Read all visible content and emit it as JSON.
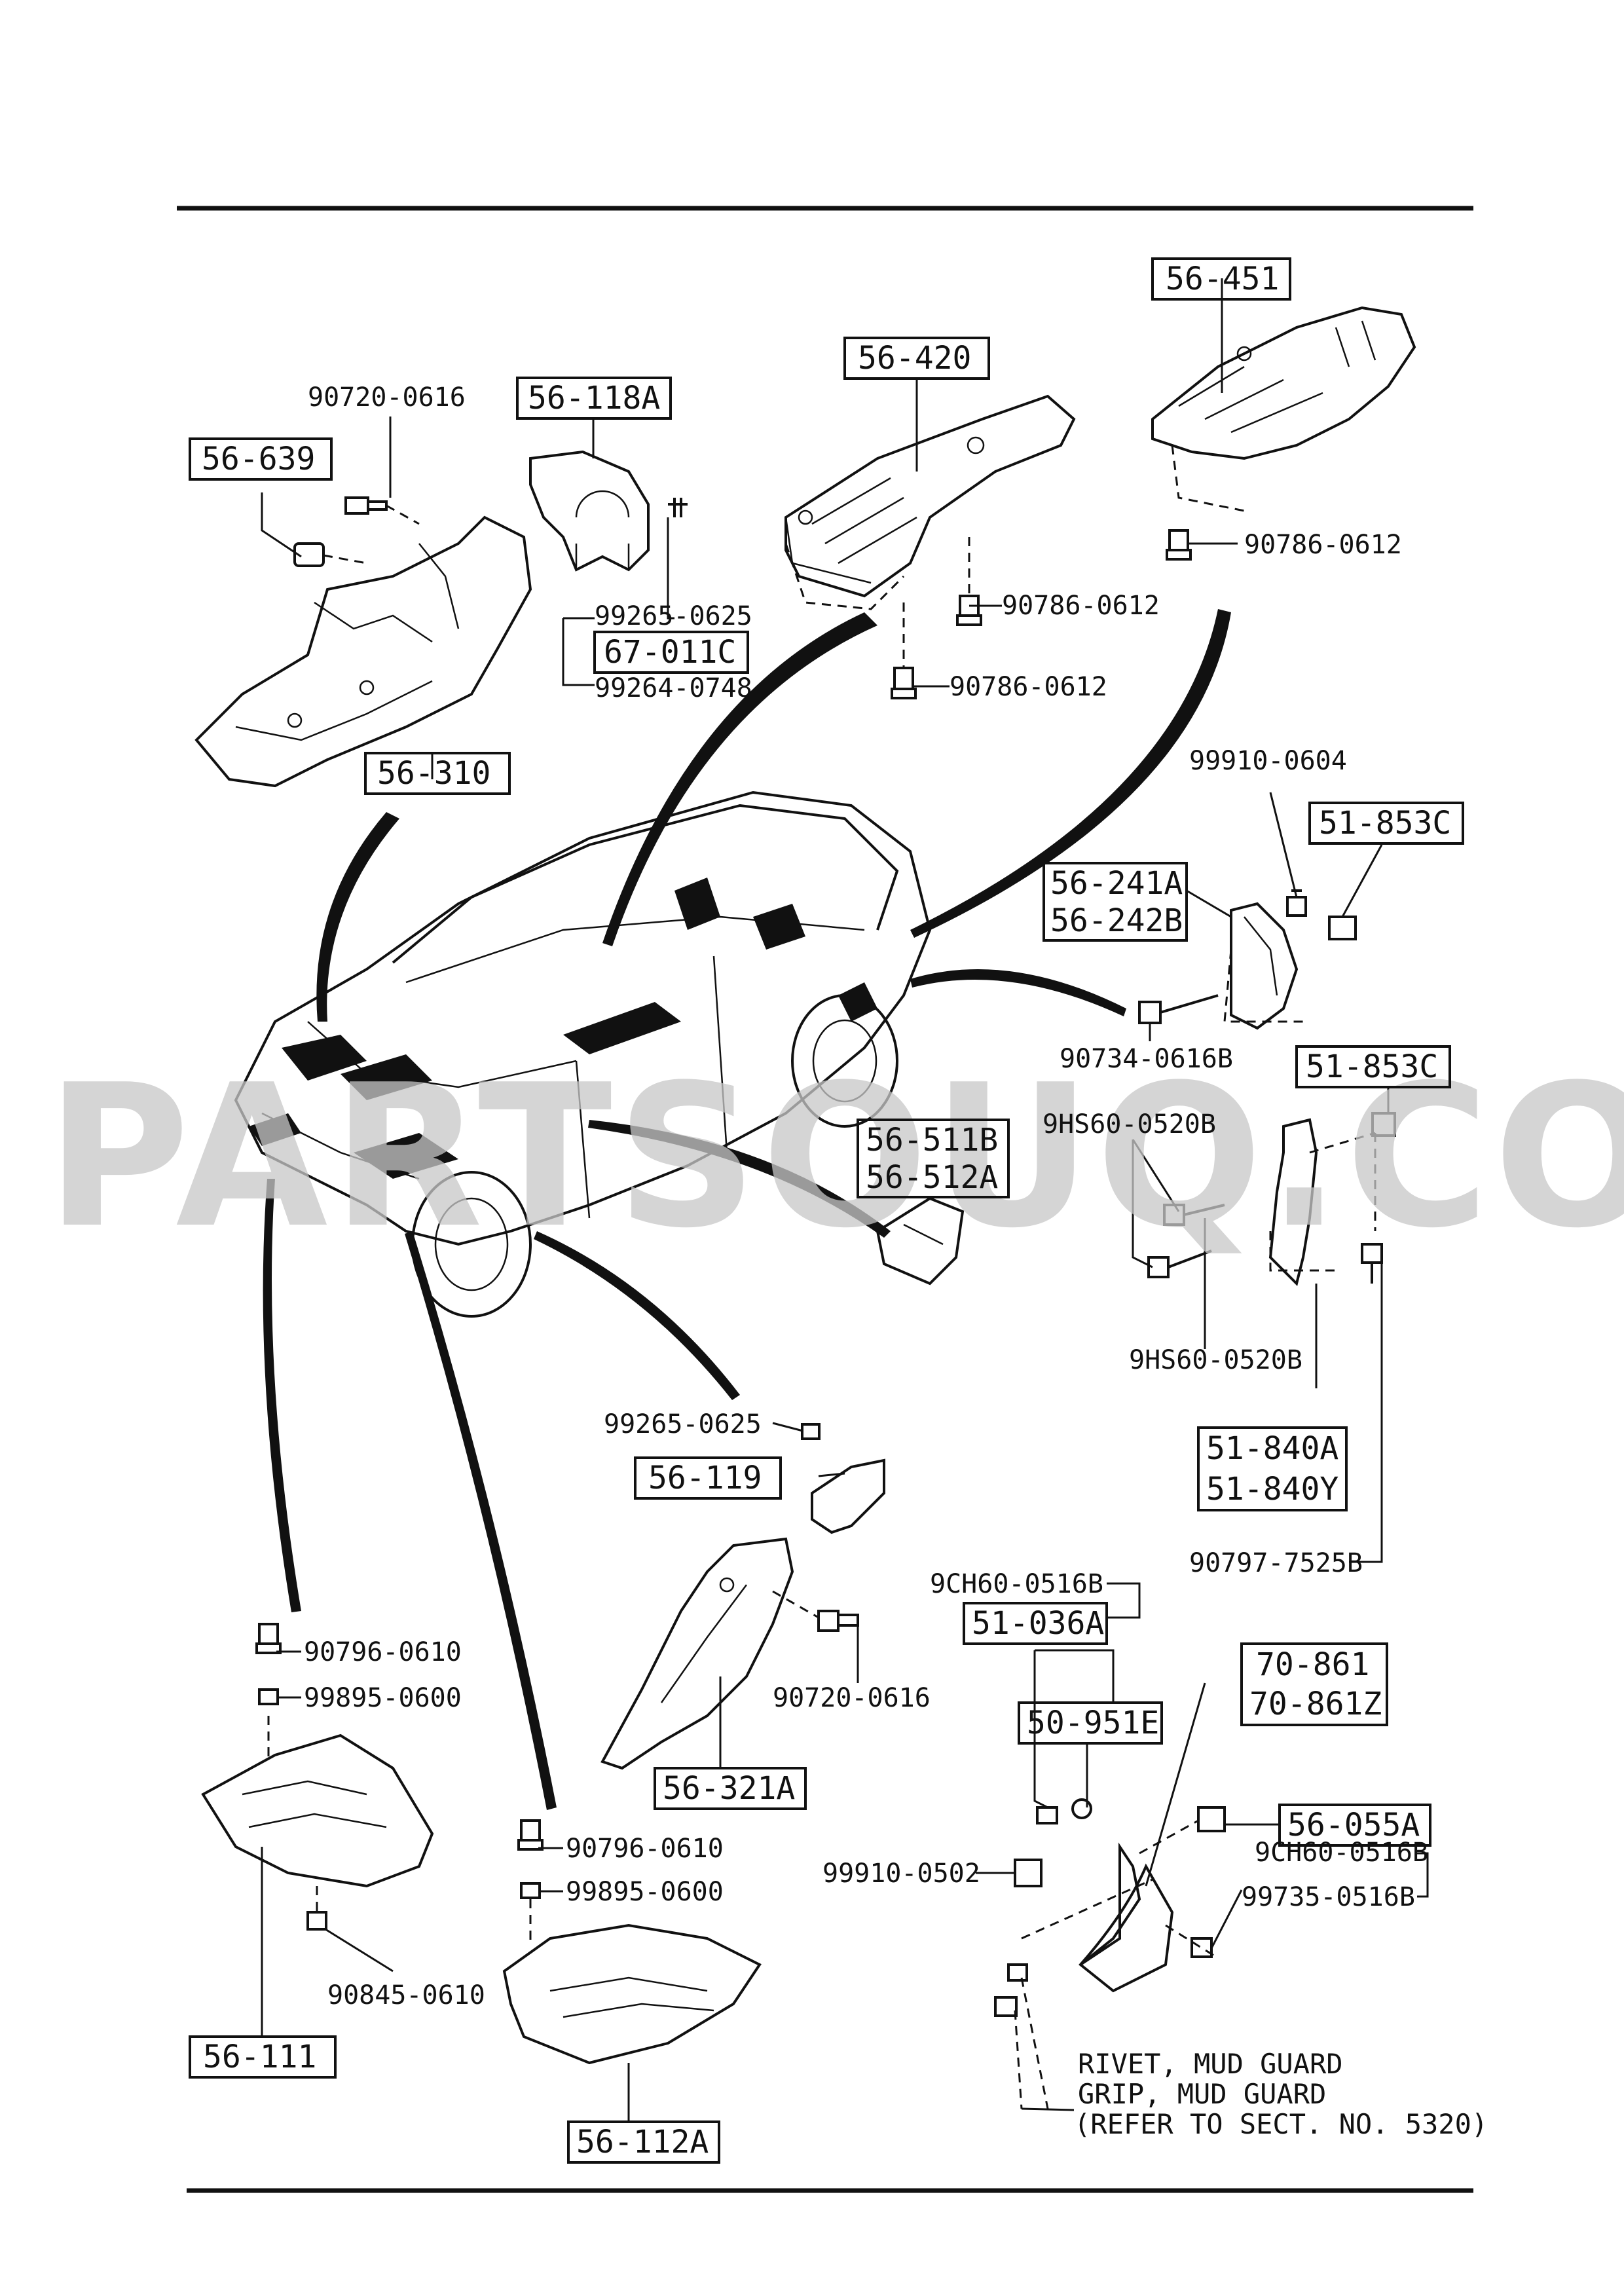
{
  "watermark": "PARTSOUQ.COM",
  "boxed_labels": {
    "b56_451": "56-451",
    "b56_420": "56-420",
    "b56_118A": "56-118A",
    "b56_639": "56-639",
    "b67_011C": "67-011C",
    "b56_310": "56-310",
    "b51_853C_top": "51-853C",
    "b56_241A": "56-241A",
    "b56_242B": "56-242B",
    "b51_853C_mid": "51-853C",
    "b56_511B": "56-511B",
    "b56_512A": "56-512A",
    "b51_840A": "51-840A",
    "b51_840Y": "51-840Y",
    "b56_119": "56-119",
    "b51_036A": "51-036A",
    "b70_861": "70-861",
    "b70_861Z": "70-861Z",
    "b50_951E": "50-951E",
    "b56_321A": "56-321A",
    "b56_055A": "56-055A",
    "b56_111": "56-111",
    "b56_112A": "56-112A"
  },
  "part_numbers": {
    "p90720_0616_top": "90720-0616",
    "p99265_0625_top": "99265-0625",
    "p99264_0748": "99264-0748",
    "p90786_0612_a": "90786-0612",
    "p90786_0612_b": "90786-0612",
    "p90786_0612_c": "90786-0612",
    "p99910_0604": "99910-0604",
    "p90734_0616B": "90734-0616B",
    "p9HS60_0520B_a": "9HS60-0520B",
    "p9HS60_0520B_b": "9HS60-0520B",
    "p90797_7525B": "90797-7525B",
    "p99265_0625_mid": "99265-0625",
    "p9CH60_0516B_a": "9CH60-0516B",
    "p90720_0616_mid": "90720-0616",
    "p90796_0610_a": "90796-0610",
    "p99895_0600_a": "99895-0600",
    "p99910_0502": "99910-0502",
    "p9CH60_0516B_b": "9CH60-0516B",
    "p99735_0516B": "99735-0516B",
    "p90796_0610_b": "90796-0610",
    "p99895_0600_b": "99895-0600",
    "p90845_0610": "90845-0610"
  },
  "notes": {
    "line1": "RIVET, MUD GUARD",
    "line2": "GRIP, MUD GUARD",
    "line3": "(REFER TO SECT. NO. 5320)"
  }
}
